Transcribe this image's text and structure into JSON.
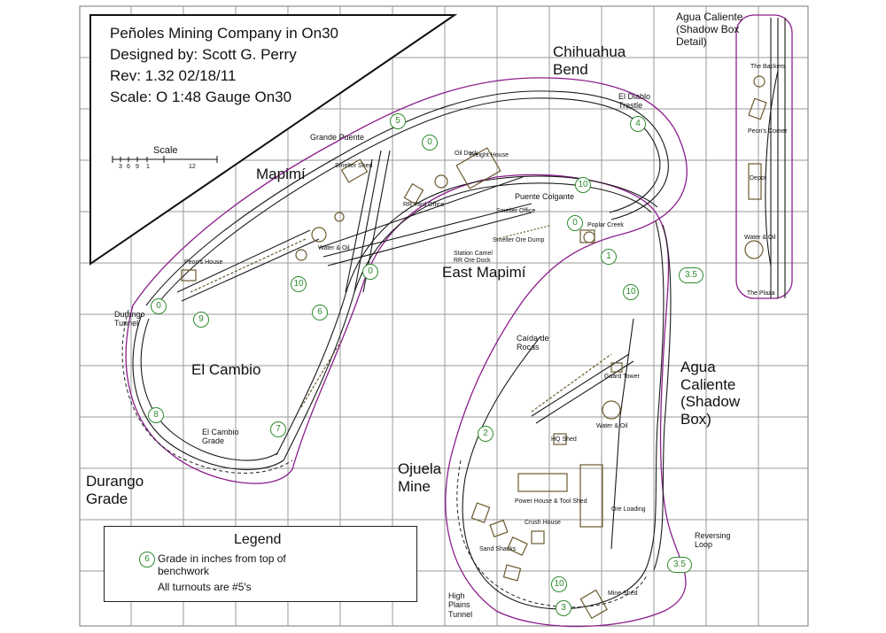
{
  "header": {
    "title": "Peñoles Mining Company in On30",
    "designer": "Designed by: Scott G. Perry",
    "revision": "Rev: 1.32   02/18/11",
    "scale": "Scale: O 1:48  Gauge On30"
  },
  "scale_bar": {
    "label": "Scale",
    "ticks": [
      "3",
      "6",
      "9",
      "1",
      "12"
    ]
  },
  "areas": {
    "mapimi": "Mapimí",
    "east_mapimi": "East Mapimí",
    "chihuahua_bend": "Chihuahua Bend",
    "el_cambio": "El Cambio",
    "durango_grade": "Durango Grade",
    "ojuela_mine": "Ojuela Mine",
    "agua_caliente": "Agua Caliente (Shadow Box)",
    "agua_caliente_detail": "Agua Caliente (Shadow Box Detail)"
  },
  "features": {
    "grande_puente": "Grande Puente",
    "el_diablo_trestle": "El Diablo Trestle",
    "puente_colgante": "Puente Colgante",
    "durango_tunnel": "Durango Tunnel",
    "caida_de_rocas": "Caída de Rocas",
    "el_cambio_grade": "El Cambio Grade",
    "reversing_loop": "Reversing Loop",
    "high_plains_tunnel": "High Plains Tunnel"
  },
  "structures": {
    "smelter_shed": "Smelter Shed",
    "oil_dock": "Oil Dock",
    "freight_house": "Freight House",
    "rr_yard_office": "RR Yard Office",
    "water_oil": "Water & Oil",
    "peons_house": "Peon's House",
    "smelter_office": "Smelter Office",
    "smelter_ore_dump": "Smelter Ore Dump",
    "station_camel": "Station Camel RR Ore Dock",
    "poplar_creek": "Poplar Creek",
    "guard_tower": "Guard Tower",
    "water_oil_2": "Water & Oil",
    "hq_shed": "HQ Shed",
    "power_house": "Power House & Tool Shed",
    "ore_loading": "Ore Loading",
    "crush_house": "Crush House",
    "sand_shacks": "Sand Shacks",
    "mine_shed": "Mine Shed",
    "sd_backers": "The Backers",
    "sd_peons_corner": "Peon's Corner",
    "sd_depot": "Depot",
    "sd_water_oil": "Water & Oil",
    "sd_plaza": "The Plaza"
  },
  "grades": {
    "g5": "5",
    "g0a": "0",
    "g10a": "10",
    "g4": "4",
    "g0b": "0",
    "g1": "1",
    "g10b": "10",
    "g0c": "0",
    "g10c": "10",
    "g6": "6",
    "g9": "9",
    "g0d": "0",
    "g8": "8",
    "g7": "7",
    "g2": "2",
    "g35a": "3.5",
    "g35b": "3.5",
    "g10d": "10",
    "g3": "3"
  },
  "legend": {
    "title": "Legend",
    "sample": "6",
    "line1": "Grade in inches from top of benchwork",
    "line2": "All turnouts are #5's"
  },
  "colors": {
    "grid": "#9a9a9a",
    "benchwork": "#8b1e8b",
    "track": "#1a1a1a",
    "structure": "#6b5a2e",
    "grade_marker": "#2e8b2e"
  }
}
